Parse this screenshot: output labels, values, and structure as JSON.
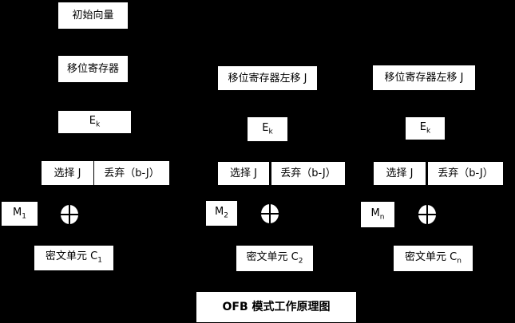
{
  "title": {
    "label": "OFB 模式工作原理图"
  },
  "colors": {
    "background": "#000000",
    "box_fill": "#ffffff",
    "text": "#000000"
  },
  "columns": [
    {
      "initial_vector": "初始向量",
      "shift_register": "移位寄存器",
      "cipher_base": "E",
      "cipher_sub": "k",
      "select": "选择 J",
      "discard": "丢弃（b-J）",
      "message_base": "M",
      "message_sub": "1",
      "ciphertext_base": "密文单元 C",
      "ciphertext_sub": "1"
    },
    {
      "shift_register": "移位寄存器左移 J",
      "cipher_base": "E",
      "cipher_sub": "k",
      "select": "选择 J",
      "discard": "丢弃（b-J）",
      "message_base": "M",
      "message_sub": "2",
      "ciphertext_base": "密文单元 C",
      "ciphertext_sub": "2"
    },
    {
      "shift_register": "移位寄存器左移 J",
      "cipher_base": "E",
      "cipher_sub": "k",
      "select": "选择 J",
      "discard": "丢弃（b-J）",
      "message_base": "M",
      "message_sub": "n",
      "ciphertext_base": "密文单元 C",
      "ciphertext_sub": "n"
    }
  ]
}
